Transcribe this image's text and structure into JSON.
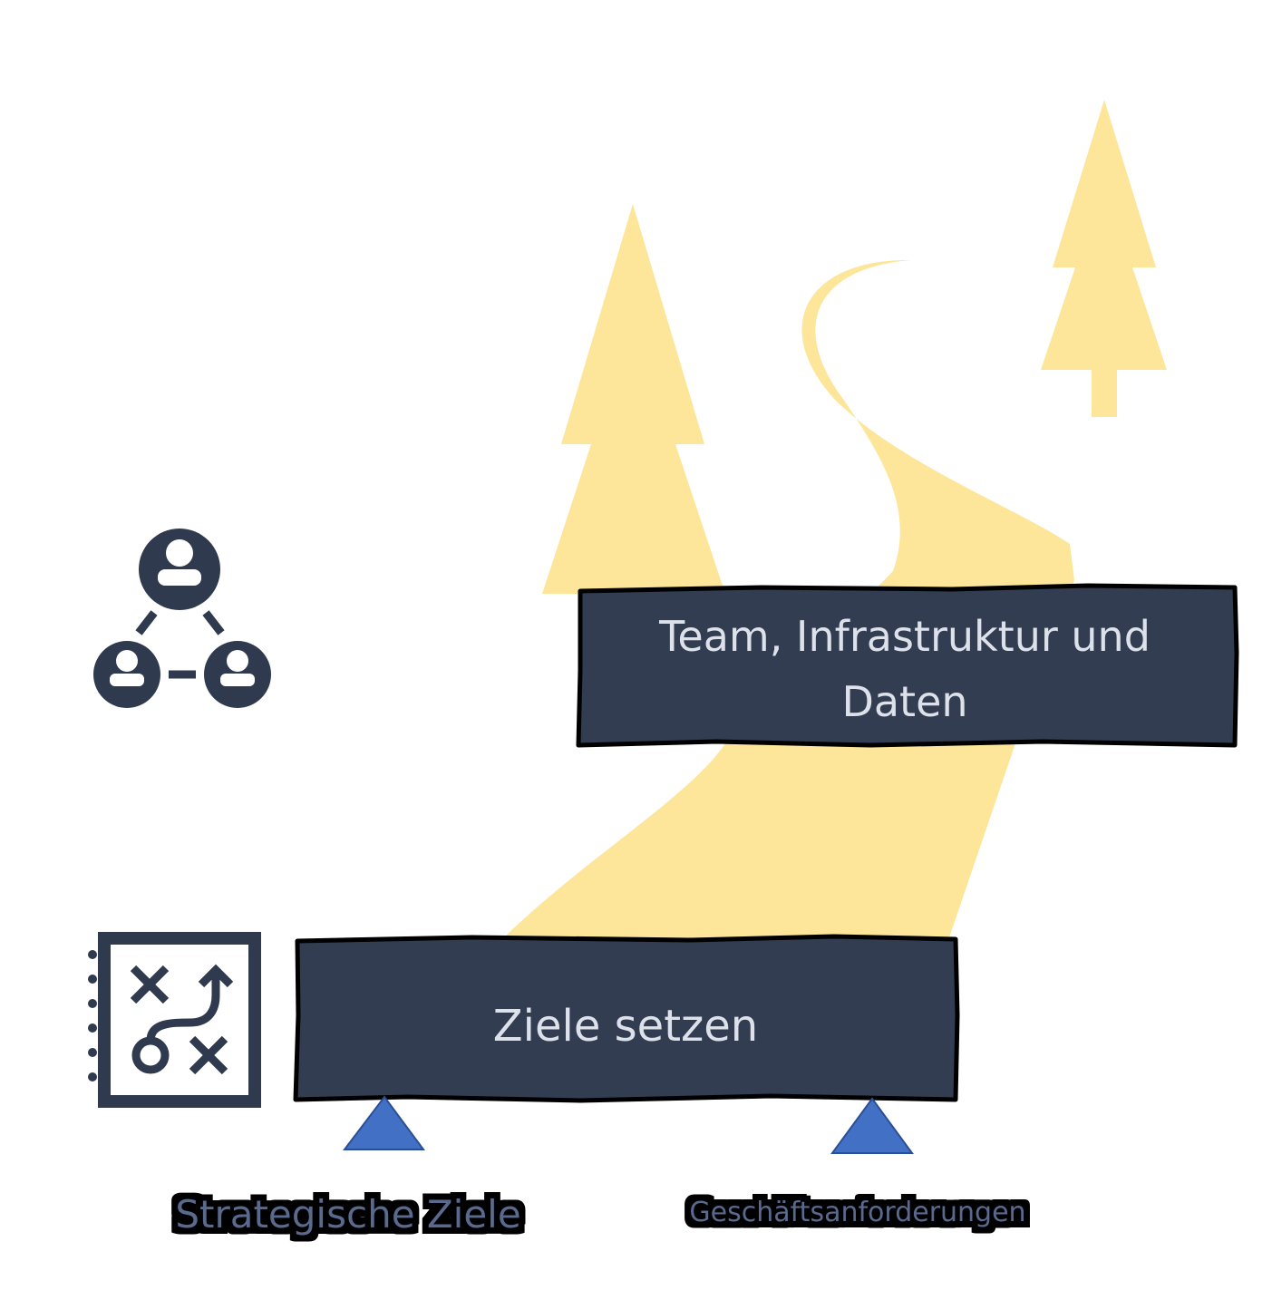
{
  "colors": {
    "background": "#ffffff",
    "accent_yellow": "#fde699",
    "box_fill": "#323d52",
    "box_text": "#dde1ea",
    "outline": "#000000",
    "icon": "#2f3a4f",
    "marker": "#4270c4",
    "caption_text": "#5a6a8e"
  },
  "boxes": {
    "top": {
      "line1": "Team, Infrastruktur und",
      "line2": "Daten"
    },
    "bottom": {
      "label": "Ziele setzen"
    }
  },
  "captions": {
    "left": "Strategische Ziele",
    "right": "Geschäftsanforderungen"
  },
  "icons": {
    "team": "team-network-icon",
    "strategy": "strategy-notebook-icon",
    "trees": "pine-tree-icon",
    "road": "winding-road-icon",
    "markers": "triangle-marker-icon"
  }
}
